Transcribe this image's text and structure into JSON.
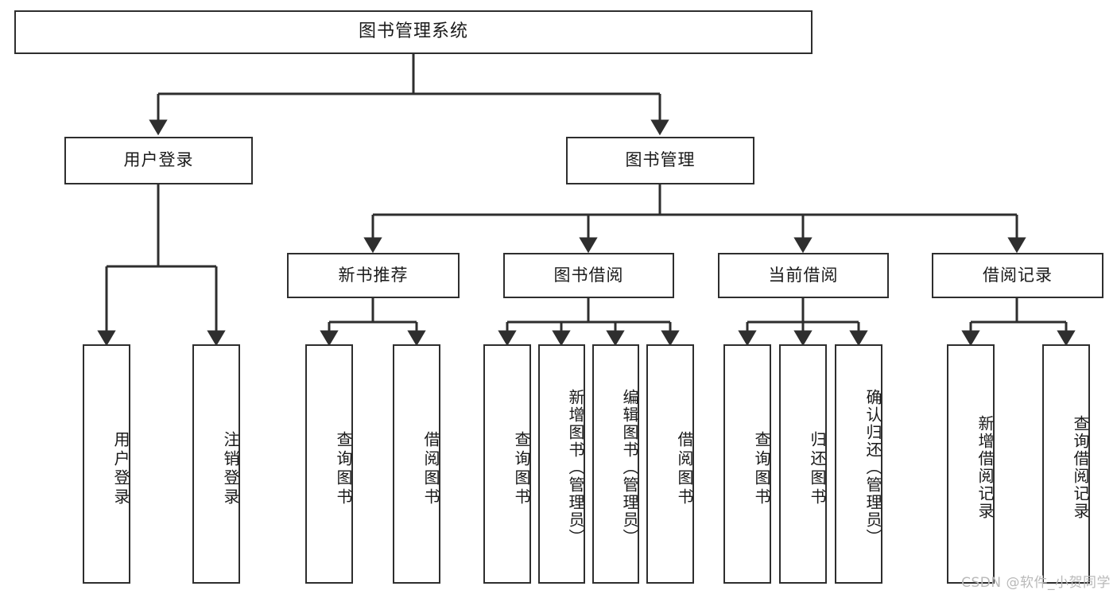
{
  "diagram": {
    "title": "图书管理系统",
    "type": "tree",
    "watermark": "CSDN @软件_小贺同学",
    "colors": {
      "box_border": "#2e2e2e",
      "box_fill": "#ffffff",
      "edge": "#2e2e2e",
      "text": "#1a1a1a",
      "watermark": "#b9b9b9",
      "background": "#ffffff"
    },
    "nodes": {
      "root": {
        "label": "图书管理系统"
      },
      "level1": [
        {
          "id": "user_login",
          "label": "用户登录"
        },
        {
          "id": "book_manage",
          "label": "图书管理"
        }
      ],
      "level2": [
        {
          "id": "new_book_rec",
          "label": "新书推荐",
          "parent": "book_manage"
        },
        {
          "id": "book_borrow",
          "label": "图书借阅",
          "parent": "book_manage"
        },
        {
          "id": "current_borrow",
          "label": "当前借阅",
          "parent": "book_manage"
        },
        {
          "id": "borrow_record",
          "label": "借阅记录",
          "parent": "book_manage"
        }
      ],
      "leaves": [
        {
          "id": "leaf_user_login",
          "label": "用户登录",
          "parent": "user_login"
        },
        {
          "id": "leaf_logout",
          "label": "注销登录",
          "parent": "user_login"
        },
        {
          "id": "leaf_query_book_1",
          "label": "查询图书",
          "parent": "new_book_rec"
        },
        {
          "id": "leaf_borrow_book_1",
          "label": "借阅图书",
          "parent": "new_book_rec"
        },
        {
          "id": "leaf_query_book_2",
          "label": "查询图书",
          "parent": "book_borrow"
        },
        {
          "id": "leaf_add_book",
          "label": "新增图书（管理员）",
          "parent": "book_borrow"
        },
        {
          "id": "leaf_edit_book",
          "label": "编辑图书（管理员）",
          "parent": "book_borrow"
        },
        {
          "id": "leaf_borrow_book_2",
          "label": "借阅图书",
          "parent": "book_borrow"
        },
        {
          "id": "leaf_query_book_3",
          "label": "查询图书",
          "parent": "current_borrow"
        },
        {
          "id": "leaf_return_book",
          "label": "归还图书",
          "parent": "current_borrow"
        },
        {
          "id": "leaf_confirm_return",
          "label": "确认归还（管理员）",
          "parent": "current_borrow"
        },
        {
          "id": "leaf_add_record",
          "label": "新增借阅记录",
          "parent": "borrow_record"
        },
        {
          "id": "leaf_query_record",
          "label": "查询借阅记录",
          "parent": "borrow_record"
        }
      ]
    }
  }
}
